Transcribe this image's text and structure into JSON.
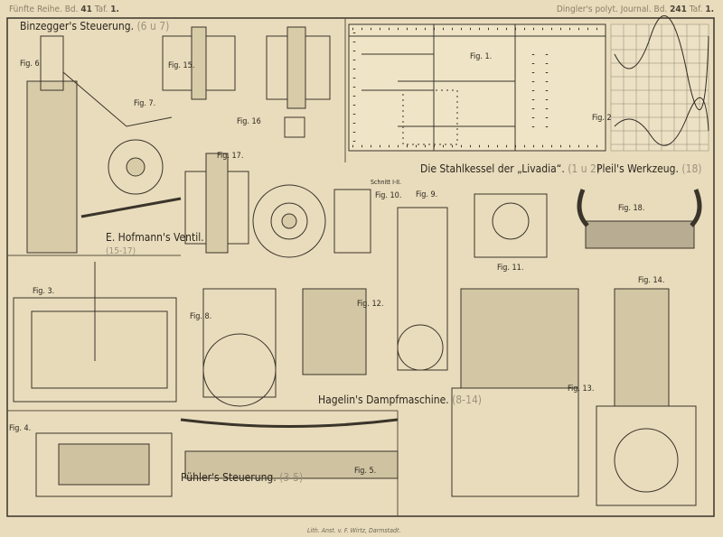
{
  "header": {
    "left_prefix": "Fünfte Reihe. Bd.",
    "left_vol": "41",
    "left_taf": "Taf.",
    "left_num": "1.",
    "right_prefix": "Dingler's polyt. Journal. Bd.",
    "right_vol": "241",
    "right_taf": "Taf.",
    "right_num": "1."
  },
  "titles": {
    "binzegger": "Binzegger's Steuerung.",
    "binzegger_ref": "(6 u 7)",
    "hofmann": "E. Hofmann's Ventil.",
    "hofmann_ref": "(15-17)",
    "livadia": "Die Stahlkessel der „Livadia“.",
    "livadia_ref": "(1 u 2)",
    "pleil": "Pleil's Werkzeug.",
    "pleil_ref": "(18)",
    "hagelin": "Hagelin's Dampfmaschine.",
    "hagelin_ref": "(8-14)",
    "puhler": "Pühler's Steuerung.",
    "puhler_ref": "(3-5)"
  },
  "figures": {
    "f1": "Fig. 1.",
    "f2": "Fig. 2",
    "f3": "Fig. 3.",
    "f4": "Fig. 4.",
    "f5": "Fig. 5.",
    "f6": "Fig. 6.",
    "f7": "Fig. 7.",
    "f8": "Fig. 8.",
    "f9": "Fig. 9.",
    "f10": "Fig. 10.",
    "f11": "Fig. 11.",
    "f12": "Fig. 12.",
    "f13": "Fig. 13.",
    "f14": "Fig. 14.",
    "f15": "Fig. 15.",
    "f16": "Fig. 16",
    "f17": "Fig. 17.",
    "f18": "Fig. 18.",
    "schnitt": "Schnitt I-II."
  },
  "credit": "Lith. Anst. v. F. Wirtz, Darmstadt."
}
